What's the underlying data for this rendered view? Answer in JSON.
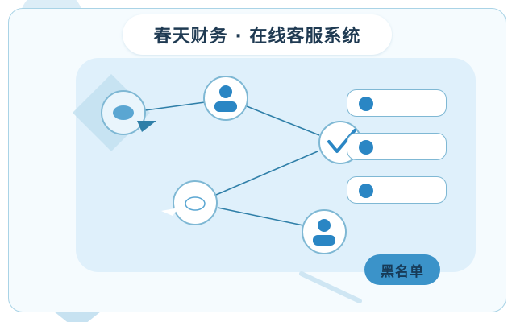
{
  "header": {
    "title": "春天财务 · 在线客服系统"
  },
  "blacklist": {
    "label": "黑名单"
  },
  "list_rows": [
    {
      "icon": "bullet-dot-icon"
    },
    {
      "icon": "bullet-dot-icon"
    },
    {
      "icon": "bullet-dot-icon"
    }
  ],
  "nodes": [
    {
      "name": "chat-bubble-node",
      "icon": "chat-bubble-icon"
    },
    {
      "name": "user-node-top",
      "icon": "user-icon"
    },
    {
      "name": "check-node",
      "icon": "checkmark-icon"
    },
    {
      "name": "speech-bubble-node",
      "icon": "speech-bubble-icon"
    },
    {
      "name": "user-node-bottom",
      "icon": "user-icon"
    }
  ],
  "colors": {
    "accent": "#2a86c4",
    "line": "#2f7fa8",
    "background_shapes": "#b9dcee",
    "title_text": "#1f3a52",
    "button_bg": "#3b93c9"
  }
}
